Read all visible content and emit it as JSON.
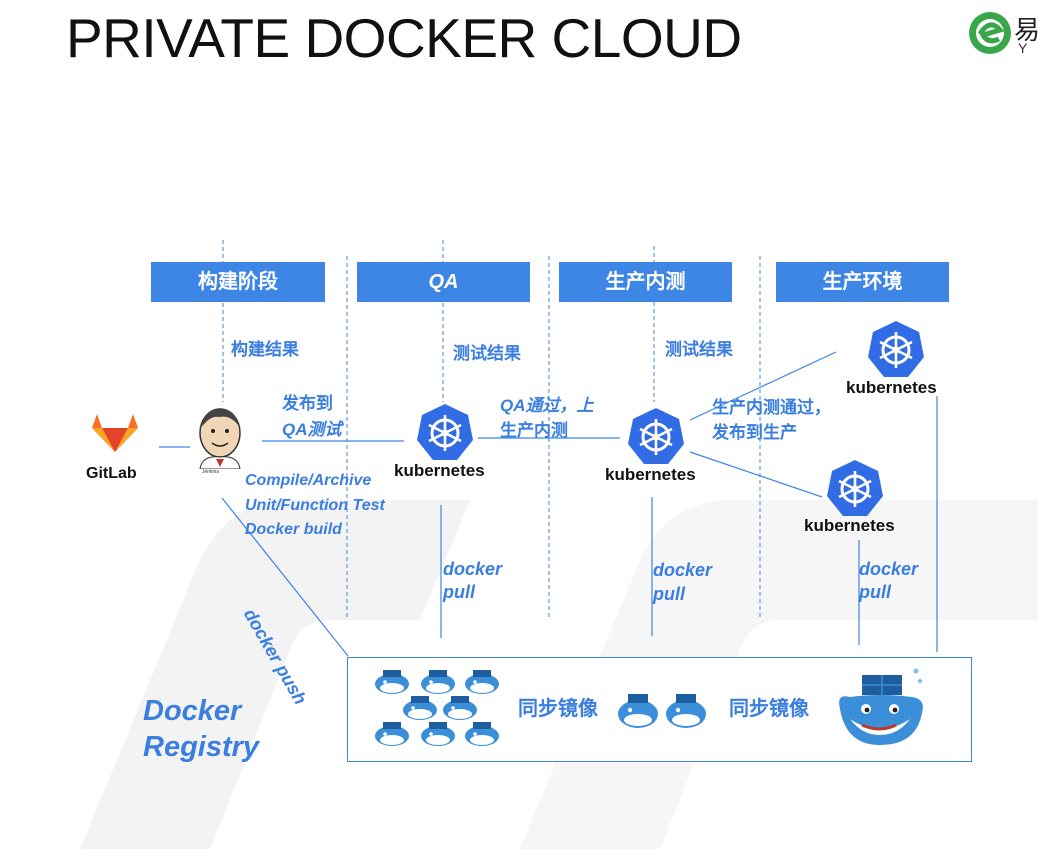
{
  "title": "PRIVATE DOCKER CLOUD",
  "logo": {
    "glyph": "易",
    "letter": "Y",
    "icon": "company-logo-e-icon"
  },
  "stages": [
    "构建阶段",
    "QA",
    "生产内测",
    "生产环境"
  ],
  "labels": {
    "build_result": "构建结果",
    "test_result_qa": "测试结果",
    "test_result_beta": "测试结果",
    "publish_line1": "发布到",
    "publish_line2": "QA测试",
    "qa_pass_line1": "QA通过，上",
    "qa_pass_line2": "生产内测",
    "beta_pass_line1": "生产内测通过，",
    "beta_pass_line2": "发布到生产",
    "build_steps": [
      "Compile/Archive",
      "Unit/Function Test",
      "Docker build"
    ],
    "docker_push": "docker push",
    "docker_pull_1": [
      "docker",
      "pull"
    ],
    "docker_pull_2": [
      "docker",
      "pull"
    ],
    "docker_pull_3": [
      "docker",
      "pull"
    ]
  },
  "nodes": {
    "gitlab": "GitLab",
    "jenkins": "Jenkins",
    "k8s_qa": "kubernetes",
    "k8s_beta": "kubernetes",
    "k8s_prod_1": "kubernetes",
    "k8s_prod_2": "kubernetes"
  },
  "registry": {
    "title_line1": "Docker",
    "title_line2": "Registry",
    "sync_1": "同步镜像",
    "sync_2": "同步镜像"
  },
  "colors": {
    "accent": "#3d86e6",
    "text_blue": "#3a7ee0",
    "k8s": "#326ce5",
    "whale": "#3a8fd8"
  }
}
